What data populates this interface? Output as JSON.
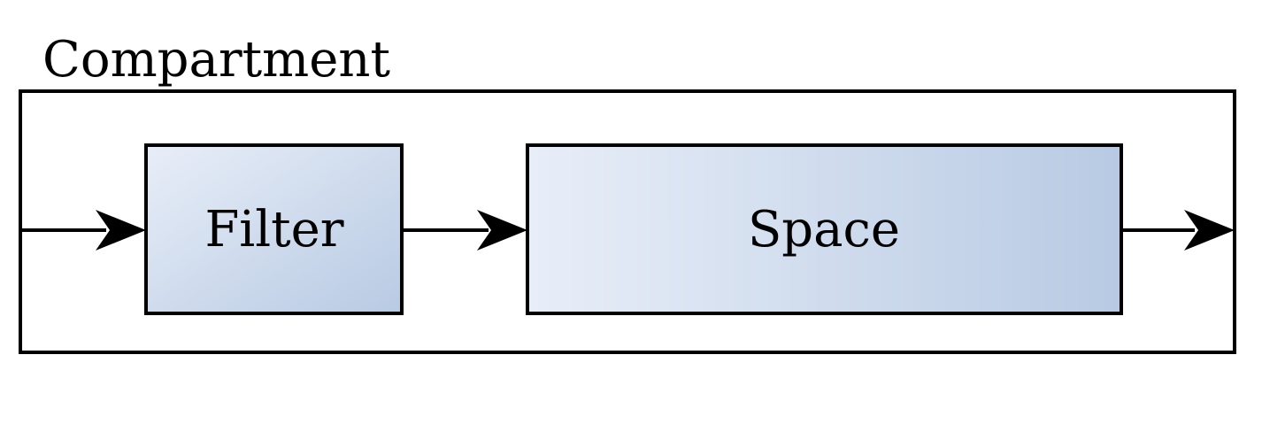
{
  "diagram": {
    "title": "Compartment",
    "blocks": {
      "filter": {
        "label": "Filter"
      },
      "space": {
        "label": "Space"
      }
    },
    "colors": {
      "stroke": "#000000",
      "block_fill_light": "#e6ecf6",
      "block_fill_dark": "#b8cae3",
      "background": "#ffffff"
    }
  }
}
